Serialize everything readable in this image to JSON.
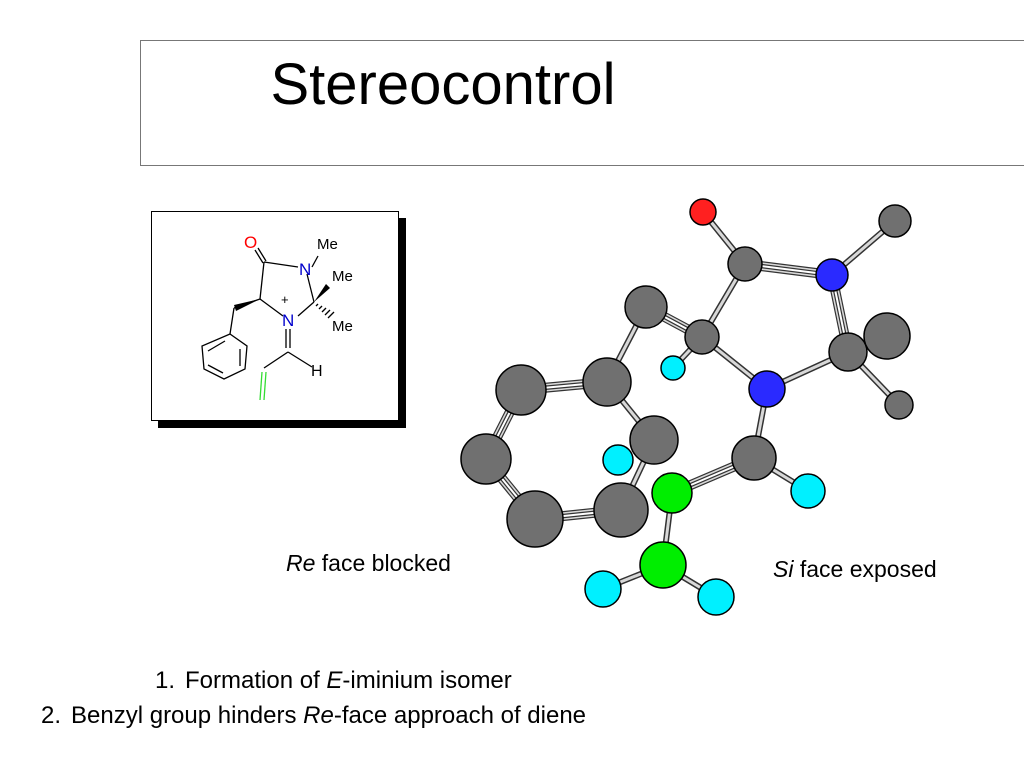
{
  "slide": {
    "title": "Stereocontrol"
  },
  "structure": {
    "atom_labels": {
      "oxygen": "O",
      "nitrogen_top": "N",
      "nitrogen_ring": "N",
      "plus": "+",
      "me_n": "Me",
      "me_wedge": "Me",
      "me_hash": "Me",
      "hydrogen": "H"
    },
    "colors": {
      "oxygen": "#ff0000",
      "nitrogen": "#0000cc",
      "alkene": "#33dd33"
    }
  },
  "model": {
    "colors": {
      "carbon": "#707070",
      "nitrogen": "#2a2aff",
      "oxygen": "#ff2020",
      "hydrogen": "#00f0ff",
      "alkene_carbon": "#00ee00"
    }
  },
  "captions": {
    "re": {
      "italic": "Re",
      "rest": " face blocked"
    },
    "si": {
      "italic": "Si",
      "rest": " face exposed"
    }
  },
  "list": [
    {
      "num": "1.",
      "pre": "Formation of ",
      "italic": "E",
      "post": "-iminium isomer"
    },
    {
      "num": "2.",
      "pre": "Benzyl group hinders ",
      "italic": "Re",
      "post": "-face approach of diene"
    }
  ]
}
